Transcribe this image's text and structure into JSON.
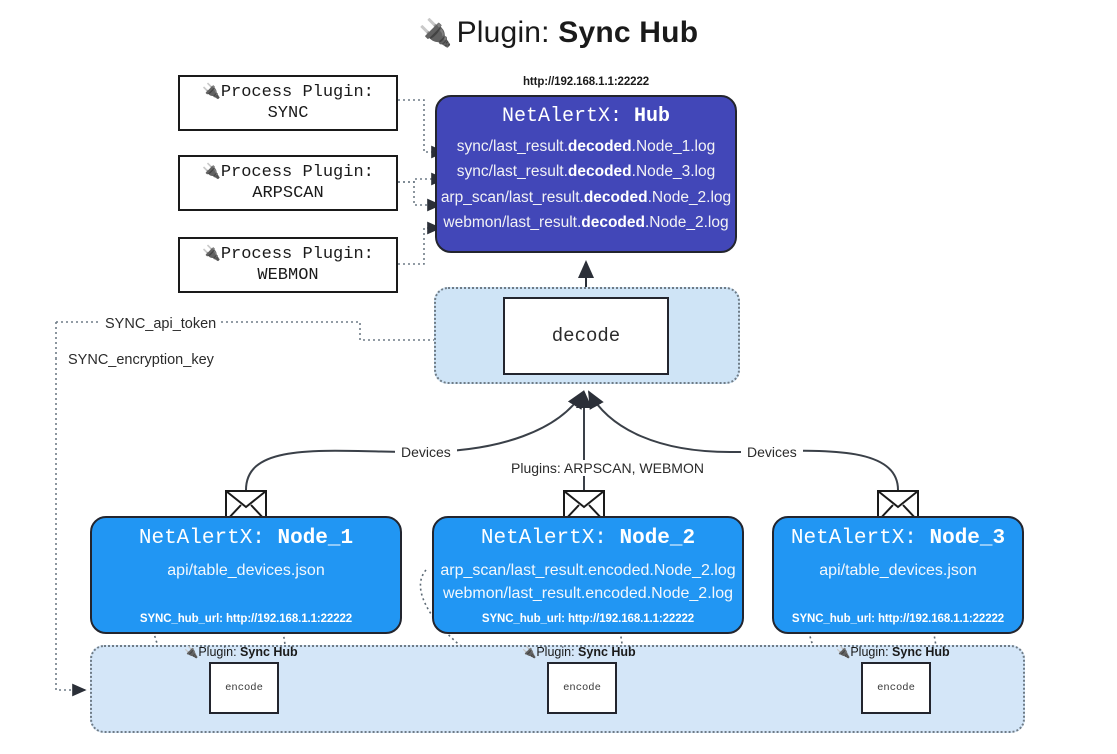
{
  "title": {
    "icon": "plug-icon",
    "prefix": "Plugin: ",
    "name": "Sync Hub"
  },
  "process_plugins": [
    {
      "icon": "plug-icon",
      "line1": "Process Plugin:",
      "line2": "SYNC"
    },
    {
      "icon": "plug-icon",
      "line1": "Process Plugin:",
      "line2": "ARPSCAN"
    },
    {
      "icon": "plug-icon",
      "line1": "Process Plugin:",
      "line2": "WEBMON"
    }
  ],
  "hub": {
    "url": "http://192.168.1.1:22222",
    "title_prefix": "NetAlertX: ",
    "title_name": "Hub",
    "logs": [
      {
        "pre": "sync/last_result.",
        "bold": "decoded",
        "post": ".Node_1.log"
      },
      {
        "pre": "sync/last_result.",
        "bold": "decoded",
        "post": ".Node_3.log"
      },
      {
        "pre": "arp_scan/last_result.",
        "bold": "decoded",
        "post": ".Node_2.log"
      },
      {
        "pre": "webmon/last_result.",
        "bold": "decoded",
        "post": ".Node_2.log"
      }
    ]
  },
  "decode": {
    "label": "decode"
  },
  "keys": {
    "api_token": "SYNC_api_token",
    "encryption_key": "SYNC_encryption_key"
  },
  "edge_labels": {
    "devices_left": "Devices",
    "devices_right": "Devices",
    "plugins_center": "Plugins: ARPSCAN, WEBMON"
  },
  "nodes": [
    {
      "title_prefix": "NetAlertX: ",
      "title_name": "Node_1",
      "lines": [
        "api/table_devices.json"
      ],
      "footer": "SYNC_hub_url: http://192.168.1.1:22222"
    },
    {
      "title_prefix": "NetAlertX: ",
      "title_name": "Node_2",
      "lines": [
        "arp_scan/last_result.encoded.Node_2.log",
        "webmon/last_result.encoded.Node_2.log"
      ],
      "footer": "SYNC_hub_url: http://192.168.1.1:22222"
    },
    {
      "title_prefix": "NetAlertX: ",
      "title_name": "Node_3",
      "lines": [
        "api/table_devices.json"
      ],
      "footer": "SYNC_hub_url: http://192.168.1.1:22222"
    }
  ],
  "bottom": {
    "plugin_tags": [
      {
        "icon": "plug-icon",
        "prefix": "Plugin: ",
        "name": "Sync Hub"
      },
      {
        "icon": "plug-icon",
        "prefix": "Plugin: ",
        "name": "Sync Hub"
      },
      {
        "icon": "plug-icon",
        "prefix": "Plugin: ",
        "name": "Sync Hub"
      }
    ],
    "encode_labels": [
      "encode",
      "encode",
      "encode"
    ]
  },
  "colors": {
    "hub_fill": "#4247b8",
    "node_fill": "#2196f3",
    "panel_fill": "#cfe4f6",
    "band_fill": "#d4e6f8",
    "stroke": "#23252e"
  }
}
